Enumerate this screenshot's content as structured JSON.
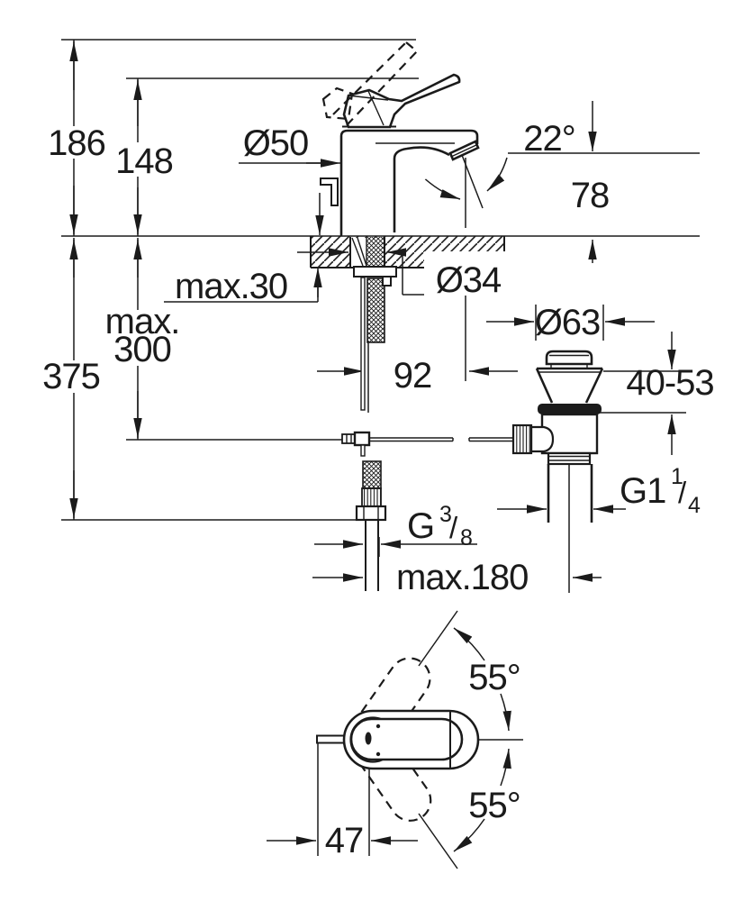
{
  "side_view": {
    "height_max": "186",
    "height_to_lever": "148",
    "body_dia": "Ø50",
    "spout_angle": "22°",
    "spout_height": "78",
    "deck_thickness": "max.30",
    "hole_dia": "Ø34",
    "hose_length_line1": "max.",
    "hose_length_line2": "300",
    "total_depth": "375",
    "spout_reach": "92",
    "supply_thread": {
      "base": "G",
      "sup": "3",
      "slash": "/",
      "sub": "8"
    },
    "offset_max": "max.180"
  },
  "waste_valve": {
    "cap_dia": "Ø63",
    "clamp_range": "40-53",
    "thread": {
      "base": "G1",
      "sup": "1",
      "slash": "/",
      "sub": "4"
    }
  },
  "top_view": {
    "swivel_upper": "55°",
    "swivel_lower": "55°",
    "handle_offset": "47"
  },
  "colors": {
    "ink": "#1b1b1b",
    "paper": "#ffffff"
  }
}
